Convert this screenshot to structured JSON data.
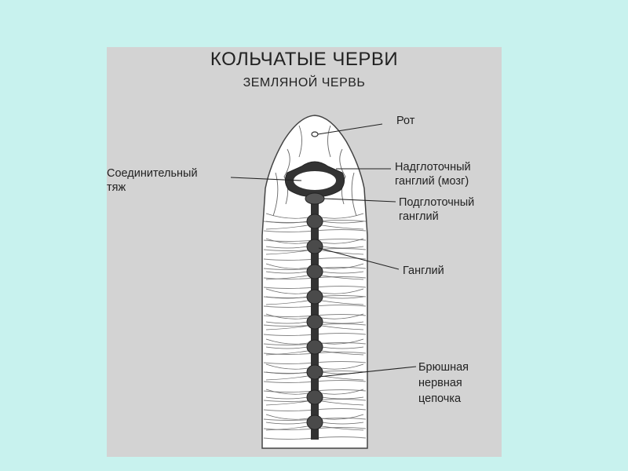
{
  "diagram": {
    "title": "КОЛЬЧАТЫЕ ЧЕРВИ",
    "subtitle": "ЗЕМЛЯНОЙ ЧЕРВЬ",
    "labels": {
      "mouth": "Рот",
      "connective_line1": "Соединительный",
      "connective_line2": "тяж",
      "supra_line1": "Надглоточный",
      "supra_line2": "ганглий (мозг)",
      "sub_line1": "Подглоточный",
      "sub_line2": "ганглий",
      "ganglion": "Ганглий",
      "cord_line1": "Брюшная",
      "cord_line2": "нервная",
      "cord_line3": "цепочка"
    },
    "colors": {
      "background": "#c8f2ee",
      "panel": "#d3d3d3",
      "worm_body": "#ffffff",
      "nerve": "#333333"
    }
  }
}
